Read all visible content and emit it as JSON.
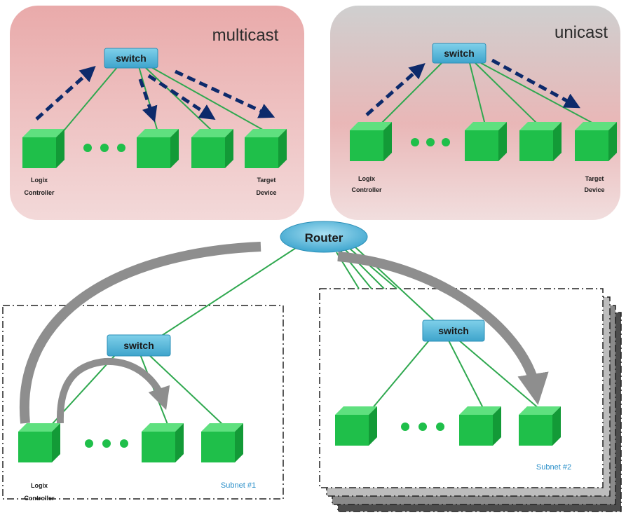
{
  "multicast_panel": {
    "title": "multicast",
    "switch_label": "switch",
    "controller_line1": "Logix",
    "controller_line2": "Controller",
    "target_line1": "Target",
    "target_line2": "Device"
  },
  "unicast_panel": {
    "title": "unicast",
    "switch_label": "switch",
    "controller_line1": "Logix",
    "controller_line2": "Controller",
    "target_line1": "Target",
    "target_line2": "Device"
  },
  "router": {
    "label": "Router"
  },
  "subnet1": {
    "switch_label": "switch",
    "controller_line1": "Logix",
    "controller_line2": "Controller",
    "subnet_label": "Subnet #1"
  },
  "subnet2": {
    "switch_label": "switch",
    "subnet_label": "Subnet #2"
  },
  "colors": {
    "device_green": "#1fbf4a",
    "switch_blue": "#5bbbd8",
    "link_green": "#2fa84f",
    "arrow_navy": "#0d2a6b",
    "subnet_label_blue": "#2a8fc9"
  }
}
